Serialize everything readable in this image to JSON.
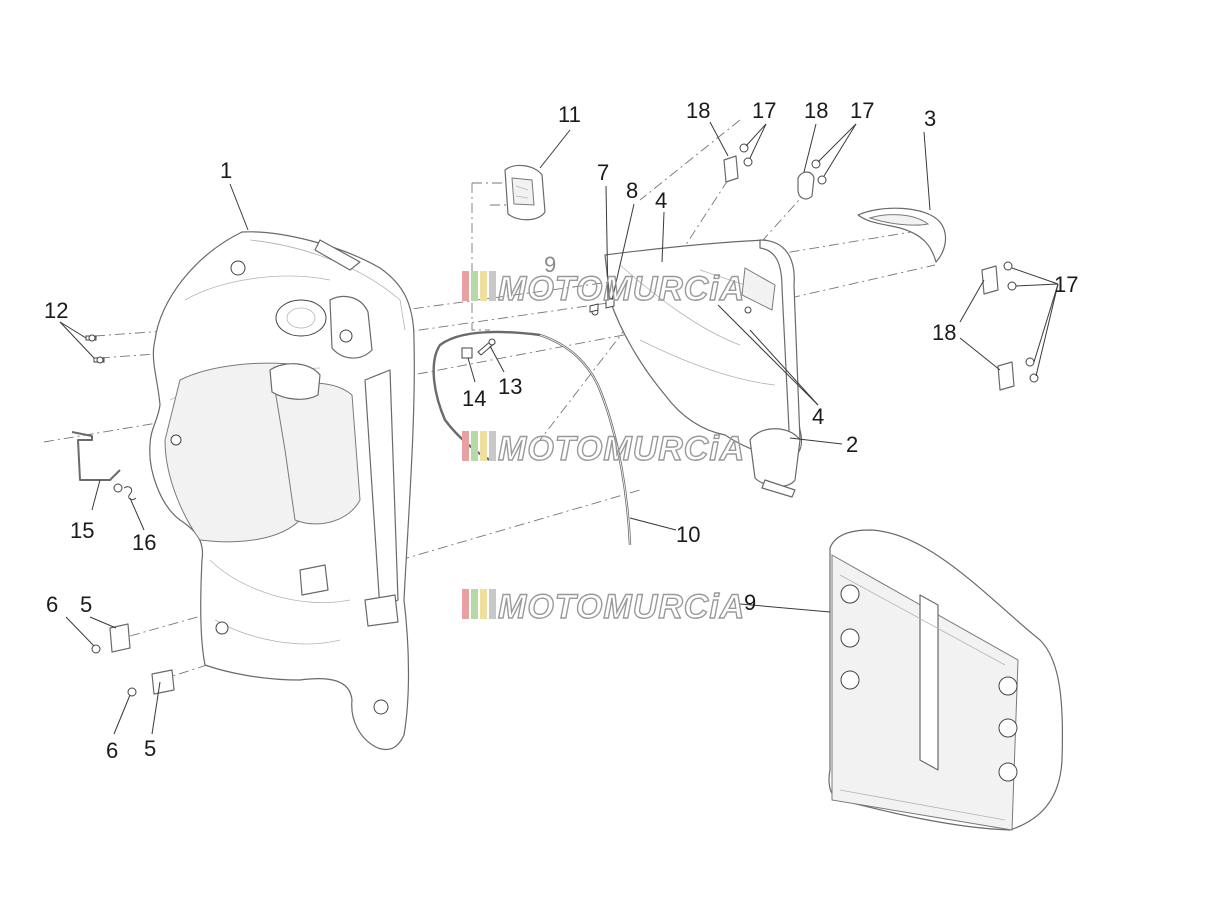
{
  "watermark": {
    "text": "MOTOMURCiA",
    "stripe_colors": [
      "#e8a0a0",
      "#b8d8a8",
      "#f0e0a0",
      "#c8c8c8"
    ]
  },
  "callouts": {
    "c1": "1",
    "c2": "2",
    "c3": "3",
    "c4a": "4",
    "c4b": "4",
    "c5a": "5",
    "c5b": "5",
    "c6a": "6",
    "c6b": "6",
    "c7": "7",
    "c8": "8",
    "c9a": "9",
    "c9b": "9",
    "c10": "10",
    "c11": "11",
    "c12": "12",
    "c13": "13",
    "c14": "14",
    "c15": "15",
    "c16": "16",
    "c17a": "17",
    "c17b": "17",
    "c17c": "17",
    "c18a": "18",
    "c18b": "18",
    "c18c": "18"
  }
}
